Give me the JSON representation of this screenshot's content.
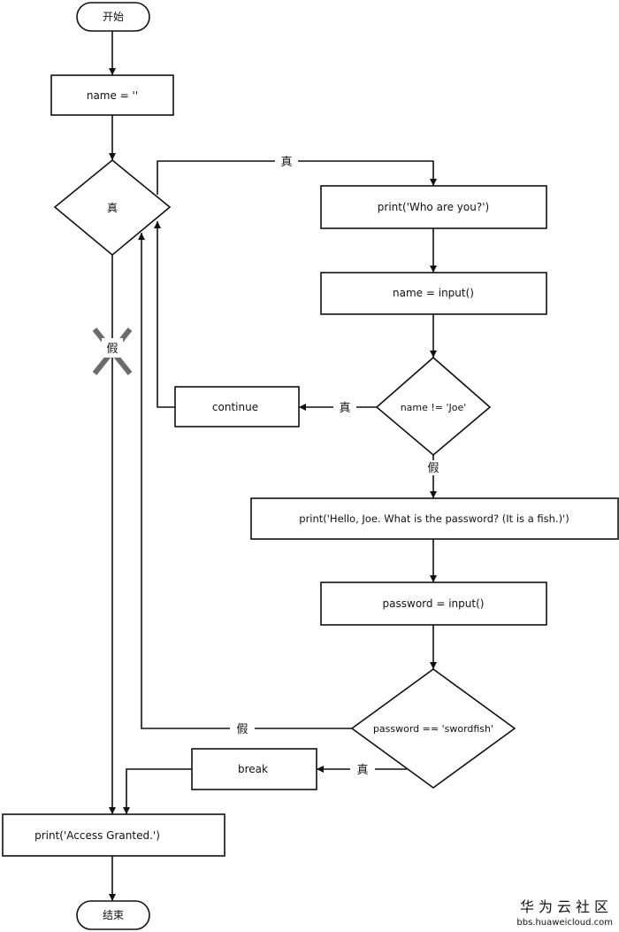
{
  "nodes": {
    "start": "开始",
    "init": "name = ''",
    "loop_cond": "真",
    "print_who": "print('Who are you?')",
    "input_name": "name = input()",
    "cond_name": "name != 'Joe'",
    "continue_box": "continue",
    "print_hello": "print('Hello, Joe. What is the password? (It is a fish.)')",
    "input_pw": "password = input()",
    "cond_pw": "password == 'swordfish'",
    "break_box": "break",
    "print_granted": "print('Access Granted.')",
    "end": "结束"
  },
  "edges": {
    "loop_true": "真",
    "loop_false": "假",
    "name_true": "真",
    "name_false": "假",
    "pw_false": "假",
    "pw_true": "真"
  },
  "watermark": {
    "title": "华为云社区",
    "url": "bbs.huaweicloud.com"
  },
  "colors": {
    "stroke": "#111111",
    "background": "#ffffff",
    "crossed_marker": "#6b6b6b",
    "watermark": "#9a9a9a"
  }
}
